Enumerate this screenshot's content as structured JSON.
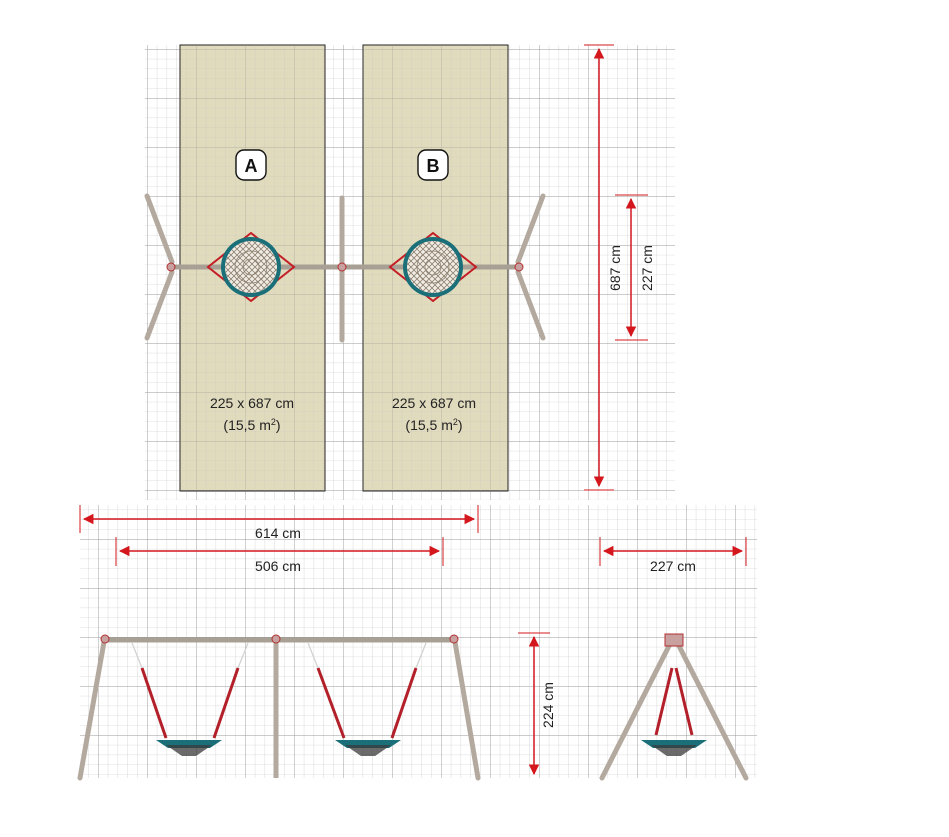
{
  "zones": [
    {
      "letter": "A",
      "size_label": "225 x 687 cm",
      "area_prefix": "(15,5 m",
      "area_sup": "2",
      "area_suffix": ")"
    },
    {
      "letter": "B",
      "size_label": "225 x 687 cm",
      "area_prefix": "(15,5 m",
      "area_sup": "2",
      "area_suffix": ")"
    }
  ],
  "dimensions": {
    "total_length": "687 cm",
    "frame_depth": "227 cm",
    "overall_width": "614 cm",
    "beam_width": "506 cm",
    "side_width": "227 cm",
    "height": "224 cm"
  },
  "colors": {
    "zone_fill": "#dcd5b3",
    "grid_line": "#b8b8b8",
    "dimension_red": "#d4171d",
    "post_gray": "#b3a99e",
    "seat_teal": "#1a6f78",
    "rope_red": "#b3202a"
  }
}
